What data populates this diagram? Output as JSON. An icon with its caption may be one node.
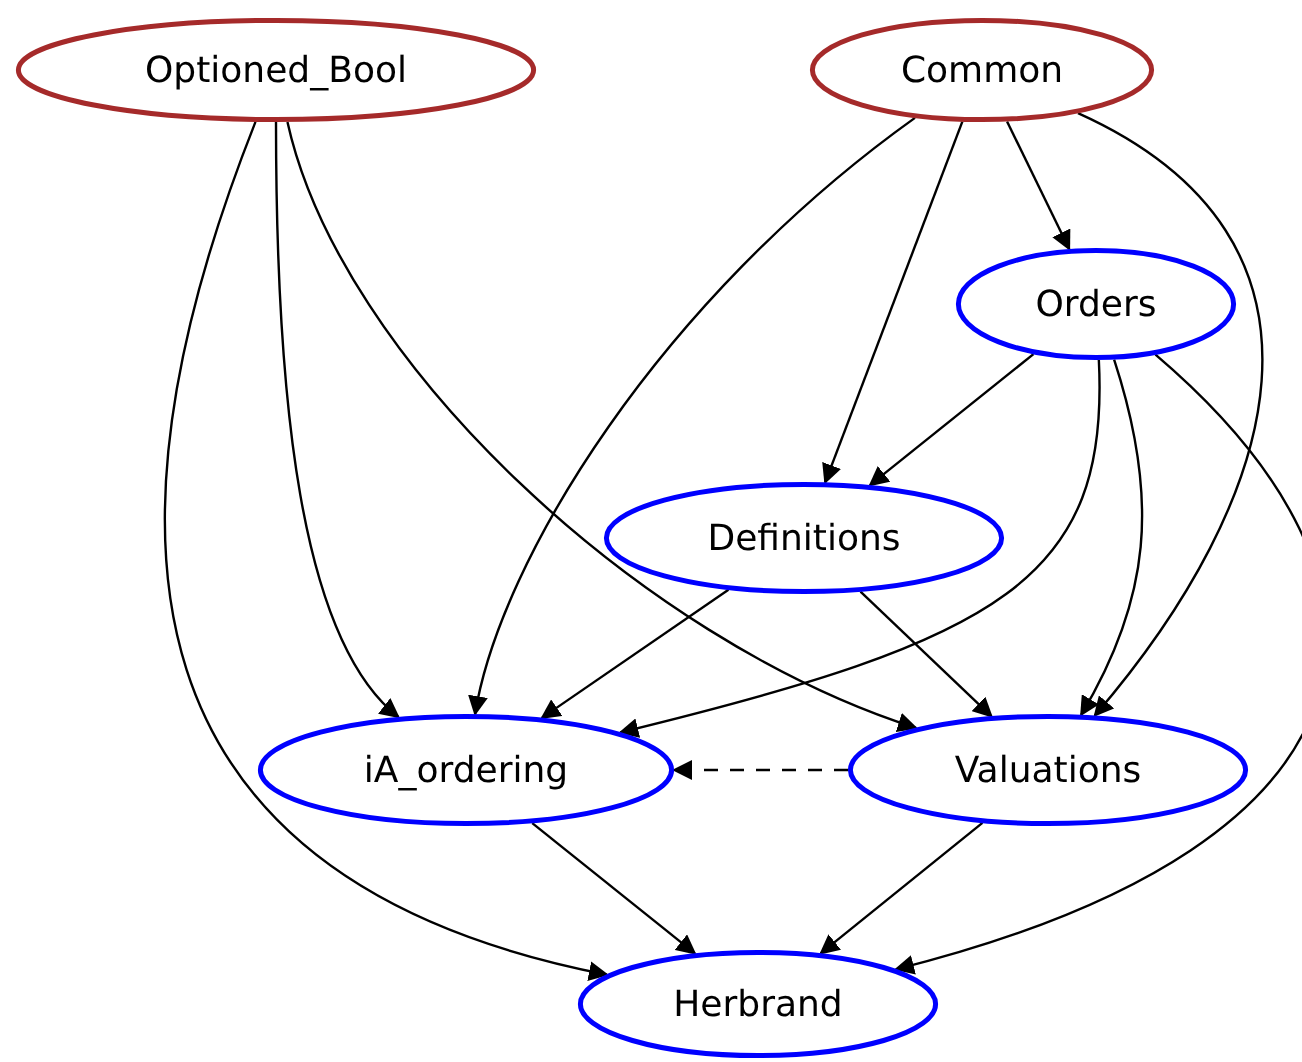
{
  "diagram": {
    "nodes": [
      {
        "text": [
          "Optioned_Bool"
        ]
      },
      {
        "text": [
          "Common"
        ]
      },
      {
        "text": [
          "Orders"
        ]
      },
      {
        "text": [
          "Definitions"
        ]
      },
      {
        "text": [
          "iA_ordering"
        ]
      },
      {
        "text": [
          "Valuations"
        ]
      },
      {
        "text": [
          "Herbrand"
        ]
      }
    ],
    "edges": [
      {
        "from": 0,
        "to": 4,
        "arrow": "to"
      },
      {
        "from": 0,
        "to": 5,
        "arrow": "to"
      },
      {
        "from": 0,
        "to": 6,
        "arrow": "to"
      },
      {
        "from": 1,
        "to": 2,
        "arrow": "to"
      },
      {
        "from": 1,
        "to": 3,
        "arrow": "to"
      },
      {
        "from": 1,
        "to": 4,
        "arrow": "to"
      },
      {
        "from": 1,
        "to": 5,
        "arrow": "to"
      },
      {
        "from": 2,
        "to": 3,
        "arrow": "to"
      },
      {
        "from": 2,
        "to": 4,
        "arrow": "to"
      },
      {
        "from": 2,
        "to": 5,
        "arrow": "to"
      },
      {
        "from": 2,
        "to": 6,
        "arrow": "to"
      },
      {
        "from": 3,
        "to": 4,
        "arrow": "to"
      },
      {
        "from": 3,
        "to": 5,
        "arrow": "to"
      },
      {
        "from": 5,
        "to": 4,
        "arrow": "to",
        "style": "dashed"
      },
      {
        "from": 4,
        "to": 6,
        "arrow": "to"
      },
      {
        "from": 5,
        "to": 6,
        "arrow": "to"
      }
    ]
  }
}
